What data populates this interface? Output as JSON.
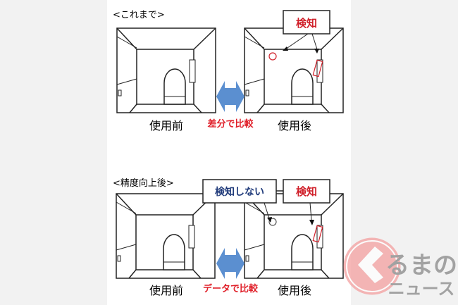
{
  "sections": [
    {
      "heading": "<これまで>",
      "before_label": "使用前",
      "after_label": "使用後",
      "compare_label": "差分で比較",
      "callouts": [
        {
          "text": "検知",
          "color": "#d0202a"
        }
      ]
    },
    {
      "heading": "<精度向上後>",
      "before_label": "使用前",
      "after_label": "使用後",
      "compare_label": "データで比較",
      "callouts": [
        {
          "text": "検知しない",
          "color": "#1f3a7a"
        },
        {
          "text": "検知",
          "color": "#d0202a"
        }
      ]
    }
  ],
  "colors": {
    "arrow": "#5b8fd0",
    "detect": "#d0202a",
    "compare": "#e0202a"
  },
  "logo": {
    "line1": "るまの",
    "line2": "ニュース",
    "mark": "く"
  }
}
